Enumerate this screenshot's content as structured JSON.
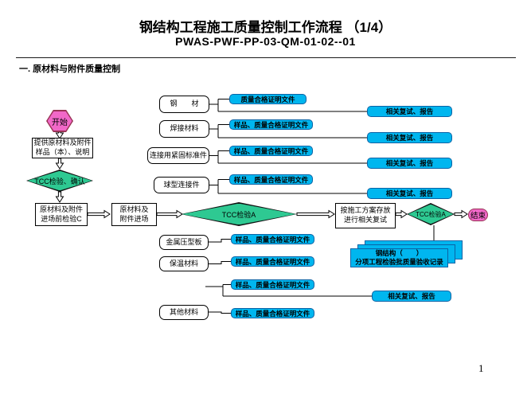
{
  "header": {
    "title": "钢结构工程施工质量控制工作流程 （1/4）",
    "code": "PWAS-PWF-PP-03-QM-01-02--01",
    "section": "一. 原材料与附件质量控制"
  },
  "flow": {
    "start": "开始",
    "provide_l1": "提供原材料及附件",
    "provide_l2": "样品（本）、说明",
    "tcc_confirm": "TCC检验、确认",
    "pre_l1": "原材料及附件",
    "pre_l2": "进场前检验C",
    "arrive_l1": "原材料及",
    "arrive_l2": "附件进场",
    "tcc_a1": "TCC检验A",
    "store_l1": "按施工方案存放",
    "store_l2": "进行相关复试",
    "tcc_a2": "TCC检验A",
    "end": "结束"
  },
  "materials_top": [
    {
      "label": "钢　　材",
      "doc": "质量合格证明文件",
      "retest": "相关复试、报告"
    },
    {
      "label": "焊接材料",
      "doc": "样品、质量合格证明文件",
      "retest": "相关复试、报告"
    },
    {
      "label": "连接用紧固标准件",
      "doc": "样品、质量合格证明文件",
      "retest": "相关复试、报告"
    },
    {
      "label": "球型连接件",
      "doc": "样品、质量合格证明文件",
      "retest": "相关复试、报告"
    }
  ],
  "materials_bottom": [
    {
      "label": "金属压型板",
      "doc": "样品、质量合格证明文件"
    },
    {
      "label": "保温材料",
      "doc": "样品、质量合格证明文件"
    }
  ],
  "extra_row": {
    "doc": "样品、质量合格证明文件",
    "retest": "相关复试、报告"
  },
  "other_row": {
    "label": "其他材料",
    "doc": "样品、质量合格证明文件"
  },
  "record_stack": {
    "l1": "钢结构（　　）",
    "l2": "分项工程检验批质量验收记录"
  },
  "page_number": "1",
  "colors": {
    "shape_pink": "#F168C8",
    "shape_pink_border": "#993355",
    "shape_green": "#2EC992",
    "doc_blue": "#00B6EF",
    "doc_blue_border": "#0B63A5"
  }
}
